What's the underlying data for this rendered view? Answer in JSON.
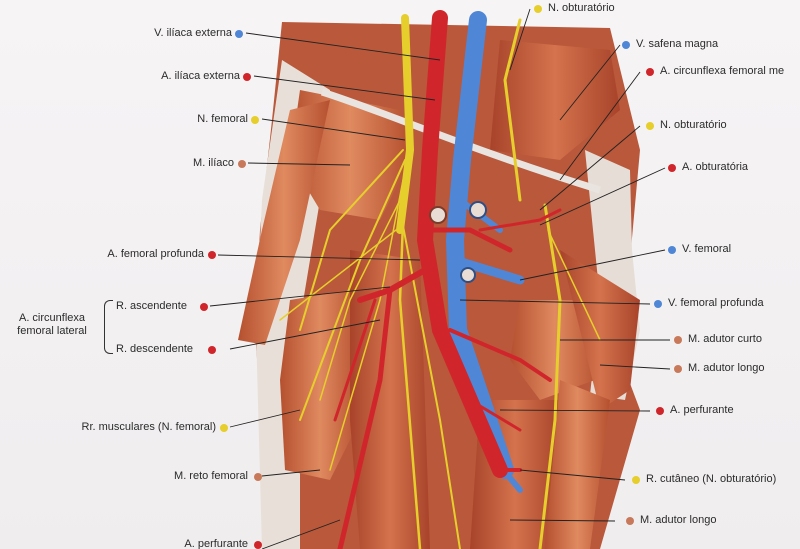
{
  "labels": {
    "l1": "V. ilíaca externa",
    "l2": "A. ilíaca externa",
    "l3": "N. femoral",
    "l4": "M. ilíaco",
    "l5": "A. femoral profunda",
    "l6": "R. ascendente",
    "l7": "R. descendente",
    "l8": "Rr. musculares (N. femoral)",
    "l9": "M. reto femoral",
    "l10": "A. perfurante",
    "r1": "N. obturatório",
    "r2": "V. safena magna",
    "r3": "A. circunflexa femoral me",
    "r4": "N. obturatório",
    "r5": "A. obturatória",
    "r6": "V. femoral",
    "r7": "V. femoral profunda",
    "r8": "M. adutor curto",
    "r9": "M. adutor longo",
    "r10": "A. perfurante",
    "r11": "R. cutâneo (N. obturatório)",
    "r12": "M. adutor longo"
  },
  "group_label": {
    "line1": "A. circunflexa",
    "line2": "femoral lateral"
  },
  "colors": {
    "nerve": "#e6cf2c",
    "vein": "#4f87d6",
    "artery": "#d0262b",
    "muscle": "#c8795a"
  }
}
